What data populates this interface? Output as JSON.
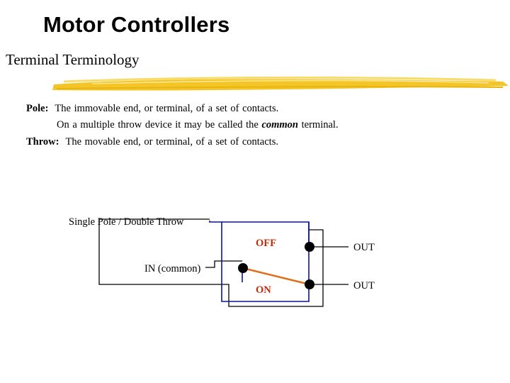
{
  "slide": {
    "title": "Motor Controllers",
    "subtitle": "Terminal Terminology"
  },
  "definitions": {
    "pole": {
      "term": "Pole:",
      "text": "The immovable end, or terminal, of a set of contacts.",
      "line2_before": "On a multiple throw device it may be called the ",
      "line2_emphasis": "common",
      "line2_after": " terminal."
    },
    "throw": {
      "term": "Throw:",
      "text": "The movable end, or terminal, of a set of contacts."
    }
  },
  "diagram": {
    "switch_label": "Single Pole /  Double Throw",
    "in_label": "IN (common)",
    "off_label": "OFF",
    "on_label": "ON",
    "out_top_label": "OUT",
    "out_bottom_label": "OUT",
    "colors": {
      "blue_wire": "#0a1490",
      "lever": "#e07020",
      "label_red": "#c62a0c",
      "highlight": "#f2c21b"
    }
  }
}
